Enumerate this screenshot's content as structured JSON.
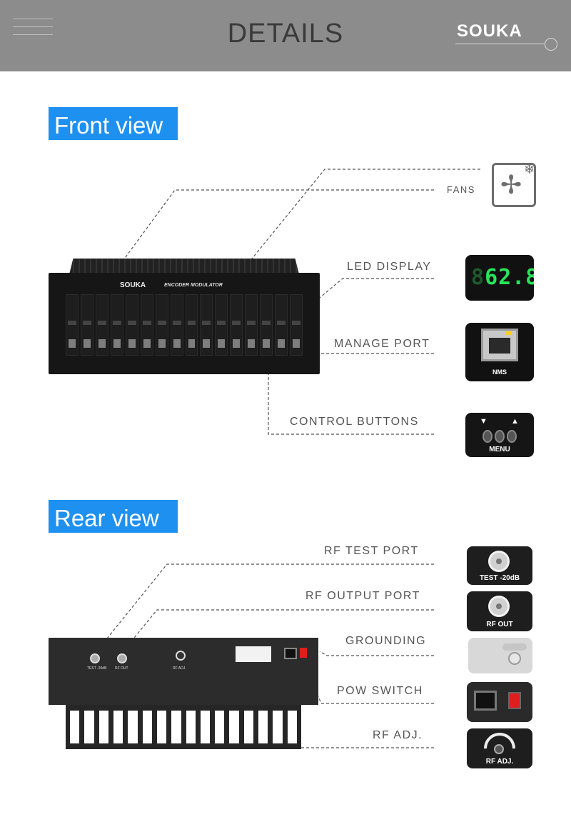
{
  "header": {
    "title": "DETAILS",
    "logo": "SOUKA"
  },
  "sections": {
    "front": "Front view",
    "rear": "Rear view"
  },
  "front_labels": {
    "fans": "FANS",
    "led_display": "LED DISPLAY",
    "manage_port": "MANAGE PORT",
    "control_buttons": "CONTROL BUTTONS"
  },
  "rear_labels": {
    "rf_test_port": "RF TEST PORT",
    "rf_output_port": "RF OUTPUT PORT",
    "grounding": "GROUNDING",
    "pow_switch": "POW SWITCH",
    "rf_adj": "RF ADJ."
  },
  "device": {
    "brand": "SOUKA",
    "model": "ENCODER MODULATOR",
    "test_label": "TEST -20dB",
    "out_label": "RF OUT",
    "adj_label": "RF ADJ."
  },
  "thumbnails": {
    "led_value": "62.8",
    "led_dim_digit": "8",
    "nms": "NMS",
    "menu": "MENU",
    "test": "TEST -20dB",
    "rf_out": "RF OUT",
    "rf_adj": "RF ADJ."
  },
  "icons": {
    "fan": "fan-icon",
    "snowflake": "snowflake-icon",
    "arrow_down": "▼",
    "arrow_up": "▲"
  }
}
